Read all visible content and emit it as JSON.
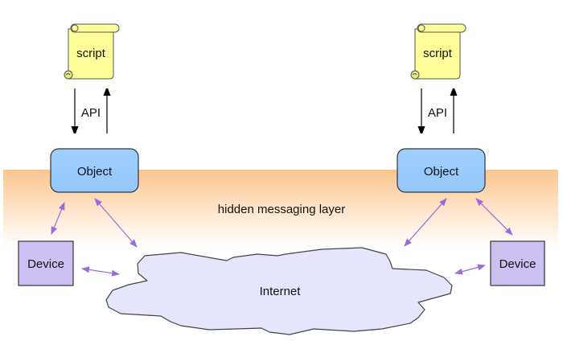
{
  "diagram": {
    "layer_label": "hidden messaging layer",
    "cloud_label": "Internet",
    "api_label": "API",
    "script_label": "script",
    "object_label": "Object",
    "device_label": "Device",
    "colors": {
      "layer_top": "#fdc68f",
      "layer_bottom": "#ffffff",
      "script_fill": "#ffff99",
      "object_fill": "#99ccff",
      "device_fill": "#ccc0f2",
      "cloud_fill": "#e5e5fb",
      "link_arrow": "#9b6bd6",
      "api_arrow": "#000000",
      "outline": "#333333"
    },
    "stacks": [
      {
        "side": "left",
        "script": "script",
        "api": "API",
        "object": "Object",
        "device": "Device"
      },
      {
        "side": "right",
        "script": "script",
        "api": "API",
        "object": "Object",
        "device": "Device"
      }
    ]
  }
}
